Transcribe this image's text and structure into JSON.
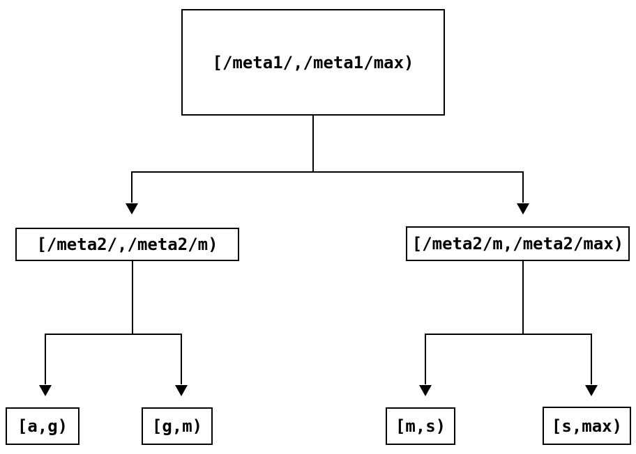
{
  "diagram": {
    "type": "tree",
    "colors": {
      "line": "#000000",
      "text": "#000000",
      "background": "#ffffff"
    },
    "nodes": {
      "root": {
        "label": "[/meta1/,/meta1/max)"
      },
      "meta2_low": {
        "label": "[/meta2/,/meta2/m)"
      },
      "meta2_high": {
        "label": "[/meta2/m,/meta2/max)"
      },
      "leaf_a_g": {
        "label": "[a,g)"
      },
      "leaf_g_m": {
        "label": "[g,m)"
      },
      "leaf_m_s": {
        "label": "[m,s)"
      },
      "leaf_s_max": {
        "label": "[s,max)"
      }
    },
    "edges": [
      {
        "from": "root",
        "to": "meta2_low"
      },
      {
        "from": "root",
        "to": "meta2_high"
      },
      {
        "from": "meta2_low",
        "to": "leaf_a_g"
      },
      {
        "from": "meta2_low",
        "to": "leaf_g_m"
      },
      {
        "from": "meta2_high",
        "to": "leaf_m_s"
      },
      {
        "from": "meta2_high",
        "to": "leaf_s_max"
      }
    ]
  }
}
